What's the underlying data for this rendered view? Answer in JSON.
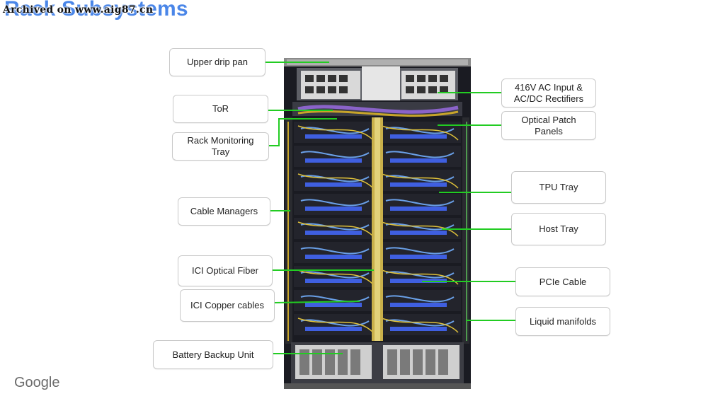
{
  "page": {
    "title": "Rack Subsystems",
    "watermark": "Archived on www.aig87.cn",
    "brand": "Google"
  },
  "labels": {
    "upper_drip_pan": "Upper drip pan",
    "tor": "ToR",
    "rack_monitoring_tray": "Rack Monitoring Tray",
    "cable_managers": "Cable Managers",
    "ici_optical_fiber": "ICI Optical Fiber",
    "ici_copper_cables": "ICI Copper cables",
    "battery_backup_unit": "Battery Backup Unit",
    "ac_input_rectifiers": "416V AC Input & AC/DC Rectifiers",
    "optical_patch_panels": "Optical Patch Panels",
    "tpu_tray": "TPU Tray",
    "host_tray": "Host Tray",
    "pcie_cable": "PCIe Cable",
    "liquid_manifolds": "Liquid manifolds"
  },
  "colors": {
    "title": "#4a86e8",
    "connector": "#22cc22",
    "label_border": "#c9c9c9",
    "brand": "#6b6b6b"
  }
}
